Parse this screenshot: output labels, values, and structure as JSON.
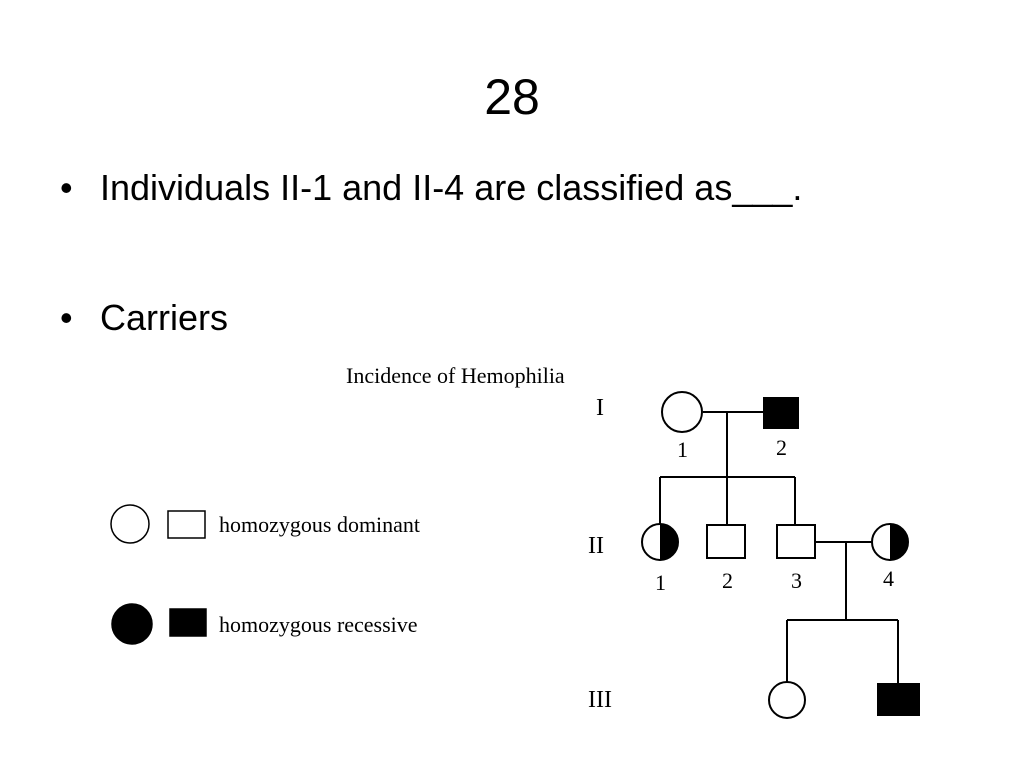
{
  "slide": {
    "title": "28",
    "bullets": [
      "Individuals II-1 and II-4 are classified as___.",
      "Carriers"
    ]
  },
  "figure": {
    "title": "Incidence of Hemophilia",
    "generations": [
      "I",
      "II",
      "III"
    ],
    "individual_numbers": {
      "gen1": [
        "1",
        "2"
      ],
      "gen2": [
        "1",
        "2",
        "3",
        "4"
      ]
    },
    "legend": {
      "dominant_label": "homozygous dominant",
      "recessive_label": "homozygous recessive"
    },
    "colors": {
      "affected": "#000000",
      "unaffected": "#ffffff",
      "line": "#000000"
    }
  }
}
